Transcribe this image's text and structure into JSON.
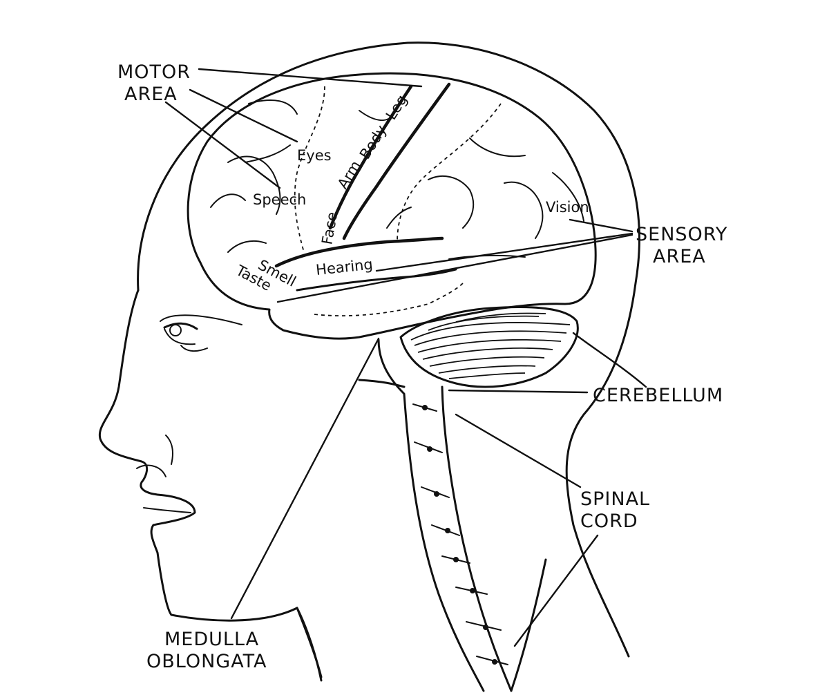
{
  "labels": {
    "motor": [
      "MOTOR",
      "AREA"
    ],
    "sensory": [
      "SENSORY",
      "AREA"
    ],
    "cerebellum": "CEREBELLUM",
    "spinal": [
      "SPINAL",
      "CORD"
    ],
    "medulla": [
      "MEDULLA",
      "OBLONGATA"
    ]
  },
  "areas": {
    "eyes": "Eyes",
    "speech": "Speech",
    "arm": "Arm",
    "body": "Body",
    "leg": "Leg",
    "face": "Face",
    "vision": "Vision",
    "hearing": "Hearing",
    "smell": "Smell",
    "taste": "Taste"
  }
}
